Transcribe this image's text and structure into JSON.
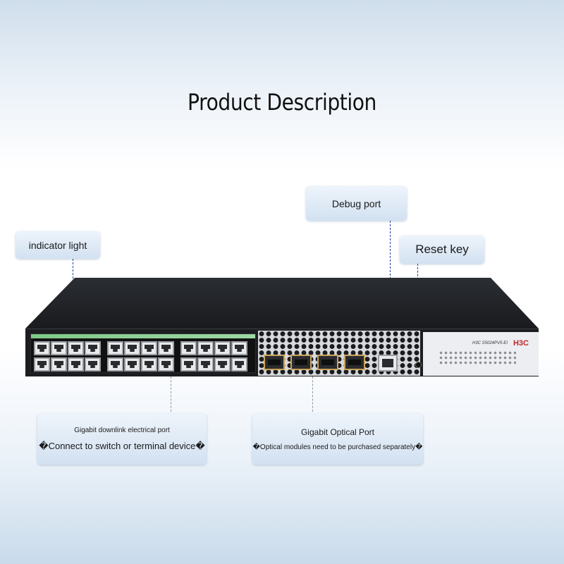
{
  "title": "Product Description",
  "callouts": {
    "indicator": "indicator light",
    "debug": "Debug port",
    "reset": "Reset key",
    "downlink": {
      "line1": "Gigabit downlink electrical port",
      "line2": "�Connect to switch or terminal device�"
    },
    "optical": {
      "line1": "Gigabit Optical Port",
      "line2": "�Optical modules need to be purchased separately�"
    }
  },
  "device": {
    "brand": "H3C",
    "model": "H3C S5024PV5-EI"
  },
  "colors": {
    "callout_line": "#1d3fa8",
    "brand_red": "#c1262a",
    "port_strip": "#7fc98a"
  }
}
